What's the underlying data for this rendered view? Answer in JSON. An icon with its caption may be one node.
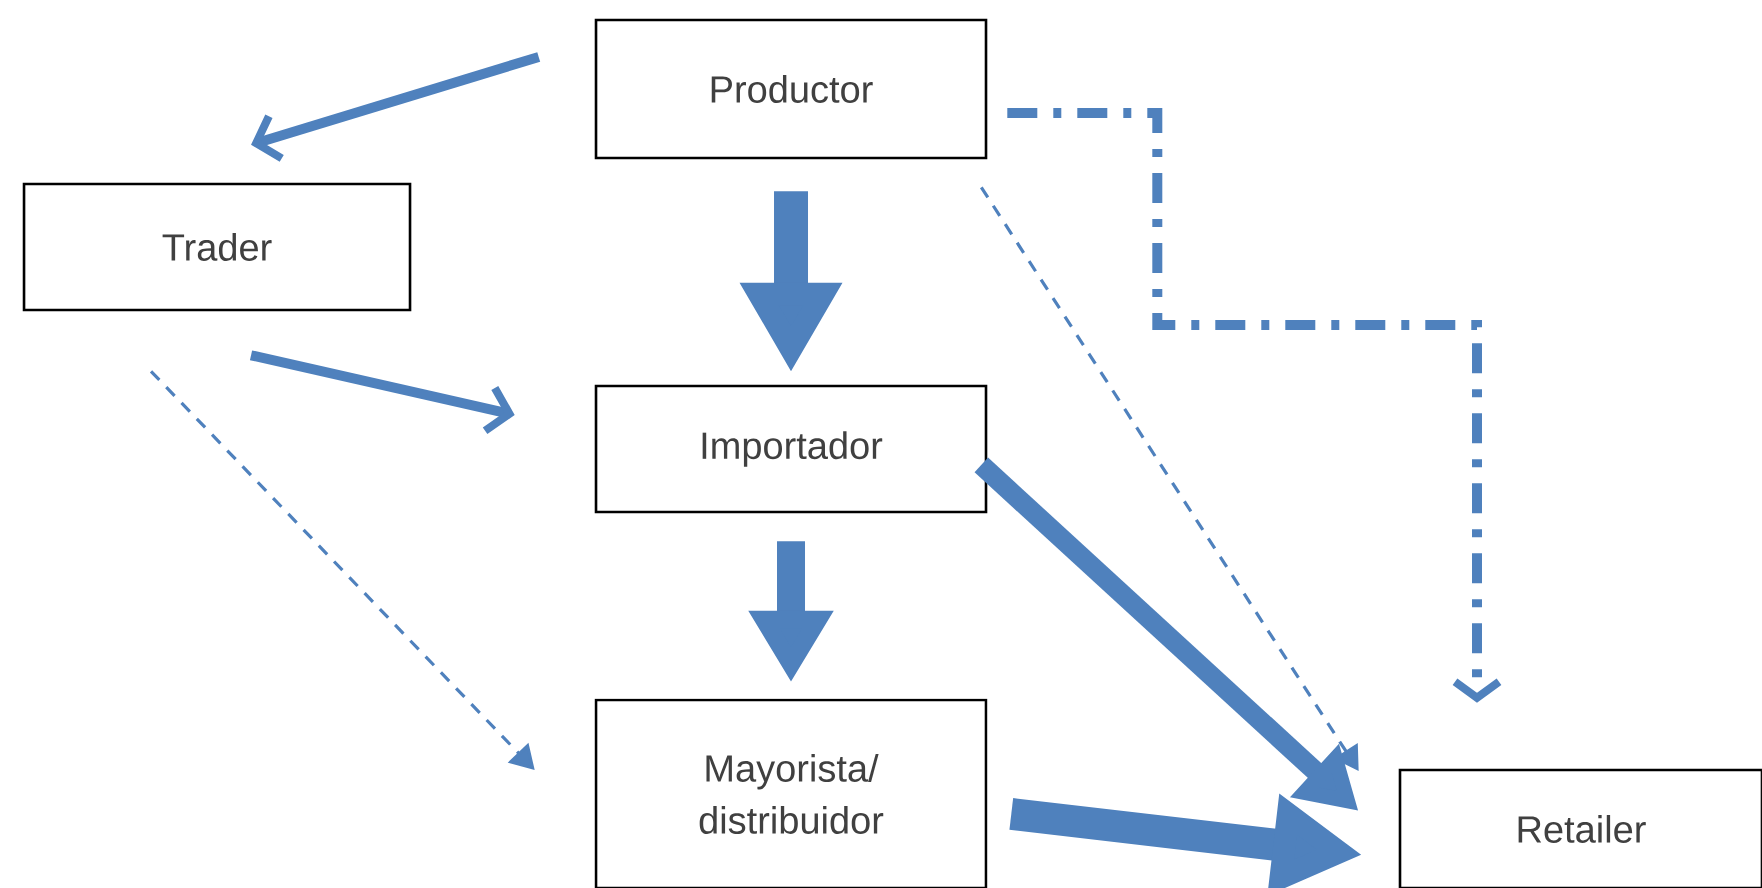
{
  "diagram": {
    "nodes": [
      {
        "text": [
          "Productor"
        ]
      },
      {
        "text": [
          "Trader"
        ]
      },
      {
        "text": [
          "Importador"
        ]
      },
      {
        "text": [
          "Mayorista/ distribuidor"
        ]
      },
      {
        "text": [
          "Retailer"
        ]
      }
    ],
    "edges": [
      {
        "from": 0,
        "to": 1,
        "arrow": "to"
      },
      {
        "from": 0,
        "to": 2,
        "arrow": "to",
        "style": "thick"
      },
      {
        "from": 1,
        "to": 2,
        "arrow": "to"
      },
      {
        "from": 1,
        "to": 3,
        "arrow": "to",
        "style": "dashed"
      },
      {
        "from": 0,
        "to": 4,
        "arrow": "to",
        "style": "dashed"
      },
      {
        "from": 0,
        "to": 4,
        "arrow": "to",
        "style": "dashed"
      },
      {
        "from": 2,
        "to": 3,
        "arrow": "to",
        "style": "thick"
      },
      {
        "from": 2,
        "to": 4,
        "arrow": "to",
        "style": "thick"
      },
      {
        "from": 3,
        "to": 4,
        "arrow": "to",
        "style": "thick"
      }
    ]
  }
}
